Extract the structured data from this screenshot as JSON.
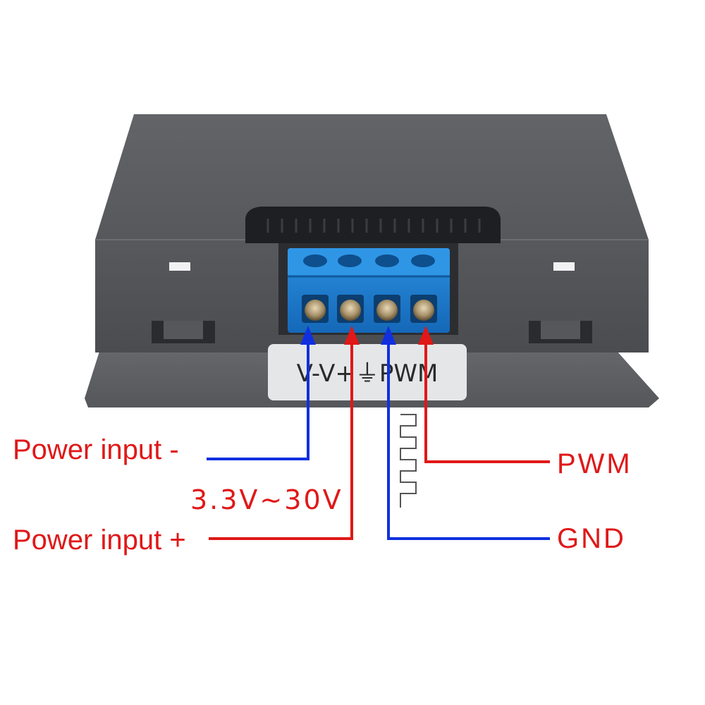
{
  "colors": {
    "negative_wire": "#1030e0",
    "positive_wire": "#e01818",
    "label_red": "#e01818",
    "enclosure": "#5e6064",
    "terminal_block": "#1f7fd0"
  },
  "terminal_plate": {
    "label": "V-V+⏚PWM"
  },
  "labels": {
    "power_input_minus": "Power input -",
    "voltage_range": "3.3V~30V",
    "power_input_plus": "Power input +",
    "pwm": "PWM",
    "gnd": "GND"
  },
  "icons": {
    "waveform": "square-wave-icon",
    "ground": "ground-symbol-icon"
  }
}
